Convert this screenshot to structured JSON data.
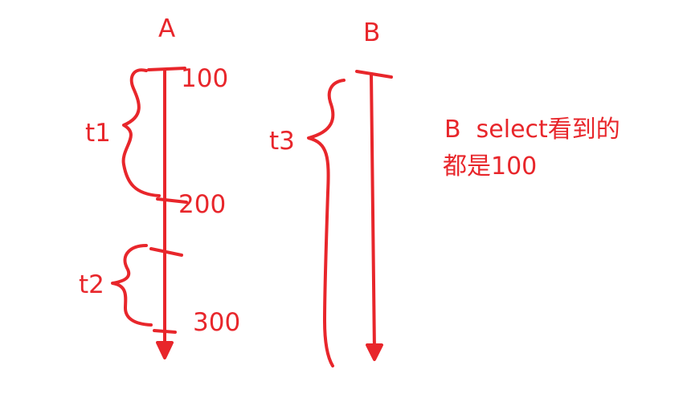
{
  "colors": {
    "ink": "#e8262b",
    "background": "#ffffff"
  },
  "timelines": {
    "a": {
      "label": "A",
      "marks": [
        "100",
        "200",
        "300"
      ]
    },
    "b": {
      "label": "B"
    }
  },
  "intervals": {
    "t1": "t1",
    "t2": "t2",
    "t3": "t3"
  },
  "note": {
    "line1": "B  select看到的",
    "line2": "都是100"
  }
}
